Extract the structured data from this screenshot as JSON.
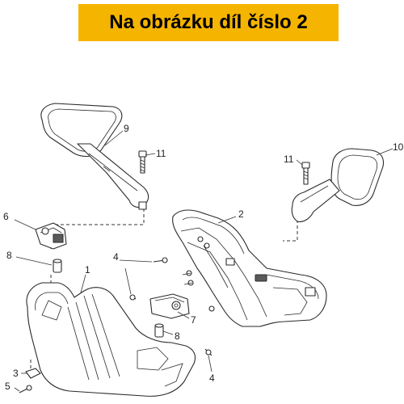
{
  "banner": {
    "text": "Na obrázku díl číslo 2",
    "color": "#f5b400"
  },
  "labels": {
    "l1": "1",
    "l2": "2",
    "l3": "3",
    "l4a": "4",
    "l4b": "4",
    "l5": "5",
    "l6": "6",
    "l7": "7",
    "l8a": "8",
    "l8b": "8",
    "l9": "9",
    "l10": "10",
    "l11a": "11",
    "l11b": "11"
  }
}
